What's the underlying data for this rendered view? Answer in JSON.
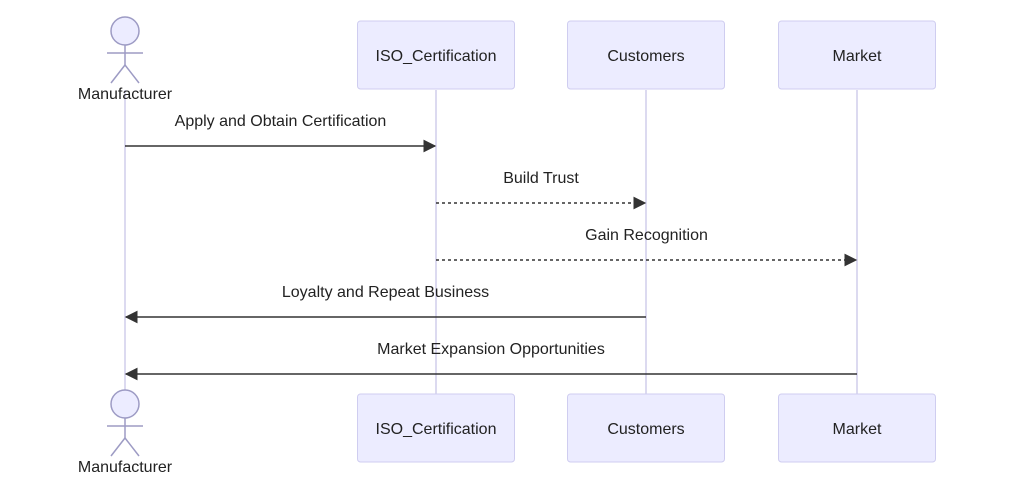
{
  "diagram": {
    "type": "sequence",
    "participants": [
      {
        "id": "manufacturer",
        "label": "Manufacturer",
        "kind": "actor"
      },
      {
        "id": "iso",
        "label": "ISO_Certification",
        "kind": "box"
      },
      {
        "id": "customers",
        "label": "Customers",
        "kind": "box"
      },
      {
        "id": "market",
        "label": "Market",
        "kind": "box"
      }
    ],
    "messages": [
      {
        "from": "manufacturer",
        "to": "iso",
        "label": "Apply and Obtain Certification",
        "style": "solid"
      },
      {
        "from": "iso",
        "to": "customers",
        "label": "Build Trust",
        "style": "dotted"
      },
      {
        "from": "iso",
        "to": "market",
        "label": "Gain Recognition",
        "style": "dotted"
      },
      {
        "from": "customers",
        "to": "manufacturer",
        "label": "Loyalty and Repeat Business",
        "style": "solid"
      },
      {
        "from": "market",
        "to": "manufacturer",
        "label": "Market Expansion Opportunities",
        "style": "solid"
      }
    ],
    "colors": {
      "participant_fill": "#ececff",
      "participant_stroke": "#cfcdf0",
      "lifeline": "#dcdaf0",
      "arrow": "#333333",
      "text": "#222222"
    }
  }
}
